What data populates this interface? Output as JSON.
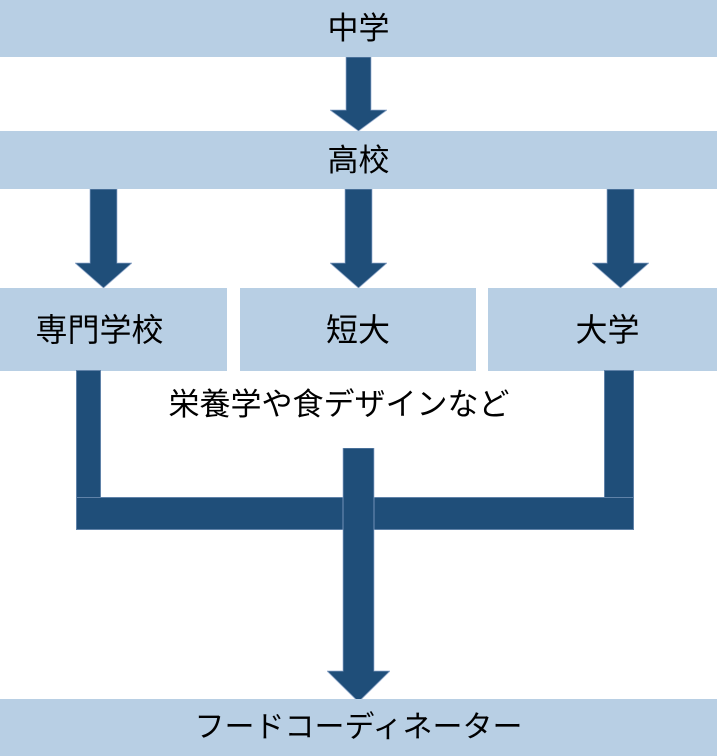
{
  "diagram": {
    "type": "flowchart",
    "nodes": {
      "junior_high": {
        "label": "中学"
      },
      "high_school": {
        "label": "高校"
      },
      "vocational_school": {
        "label": "専門学校"
      },
      "junior_college": {
        "label": "短大"
      },
      "university": {
        "label": "大学"
      },
      "food_coordinator": {
        "label": "フードコーディネーター"
      }
    },
    "annotation": "栄養学や食デザインなど",
    "edges": [
      {
        "from": "junior_high",
        "to": "high_school"
      },
      {
        "from": "high_school",
        "to": "vocational_school"
      },
      {
        "from": "high_school",
        "to": "junior_college"
      },
      {
        "from": "high_school",
        "to": "university"
      },
      {
        "from": "vocational_school",
        "to": "food_coordinator"
      },
      {
        "from": "junior_college",
        "to": "food_coordinator"
      },
      {
        "from": "university",
        "to": "food_coordinator"
      }
    ],
    "colors": {
      "band_fill": "#b8cfe4",
      "arrow_fill": "#1f4e79",
      "arrow_outline": "#96add0",
      "text": "#000000",
      "background": "#ffffff"
    }
  }
}
